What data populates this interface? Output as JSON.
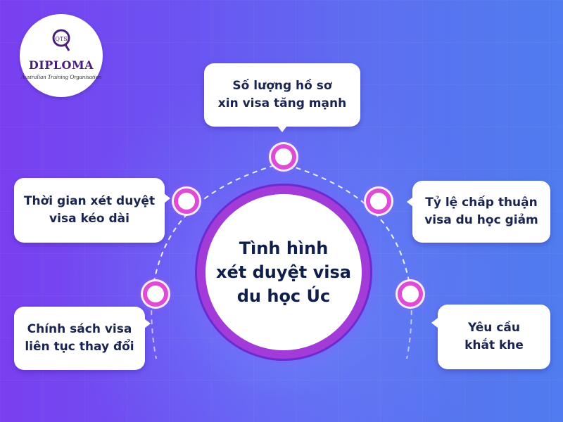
{
  "logo": {
    "mark": "QTS",
    "name": "DIPLOMA",
    "subtitle": "Australian Training Organisation"
  },
  "center": {
    "title_lines": [
      "Tình hình",
      "xét duyệt visa",
      "du học Úc"
    ]
  },
  "boxes": {
    "top": {
      "lines": [
        "Số lượng hồ sơ",
        "xin visa tăng mạnh"
      ]
    },
    "left_upper": {
      "lines": [
        "Thời gian xét duyệt",
        "visa kéo dài"
      ]
    },
    "right_upper": {
      "lines": [
        "Tỷ lệ chấp thuận",
        "visa du học giảm"
      ]
    },
    "left_lower": {
      "lines": [
        "Chính sách visa",
        "liên tục thay đổi"
      ]
    },
    "right_lower": {
      "lines": [
        "Yêu cầu",
        "khắt khe"
      ]
    }
  },
  "colors": {
    "node_ring": "#e04bd6",
    "center_ring": "#a23bd8",
    "text": "#1a2450"
  }
}
